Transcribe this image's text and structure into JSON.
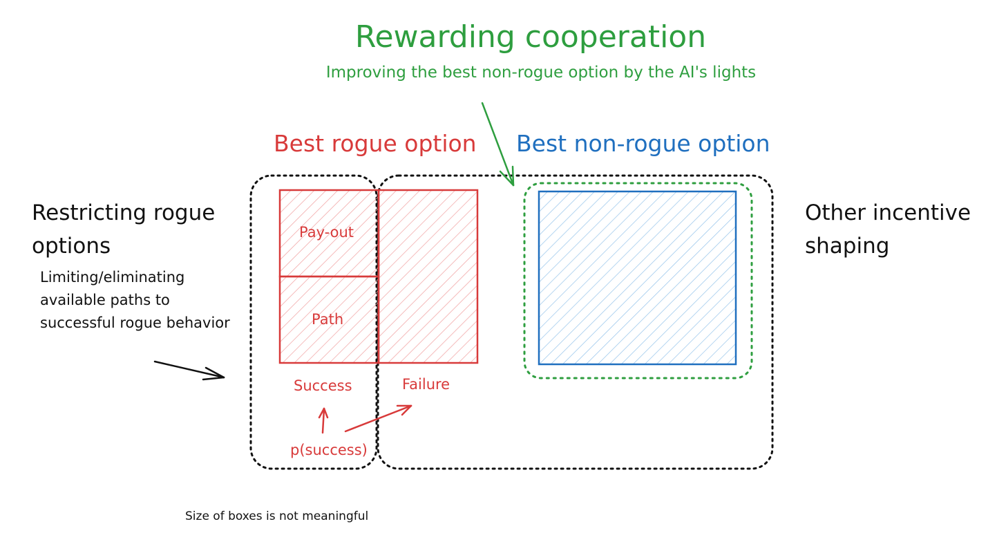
{
  "colors": {
    "green": "#2e9e3f",
    "red": "#d83a3a",
    "blue": "#1f6fbf",
    "black": "#111111",
    "red_hatch": "#f2a6a6",
    "blue_hatch": "#9cc8ec"
  },
  "top": {
    "title": "Rewarding cooperation",
    "subtitle": "Improving the best non-rogue option by the AI's lights"
  },
  "headers": {
    "best_rogue": "Best rogue option",
    "best_nonrogue": "Best non-rogue option"
  },
  "left": {
    "heading": "Restricting rogue options",
    "description": "Limiting/eliminating available paths to successful rogue behavior"
  },
  "right": {
    "heading": "Other incentive shaping"
  },
  "boxes": {
    "payout": "Pay-out",
    "path": "Path",
    "success": "Success",
    "failure": "Failure",
    "p_success": "p(success)"
  },
  "footnote": "Size of boxes is not meaningful"
}
